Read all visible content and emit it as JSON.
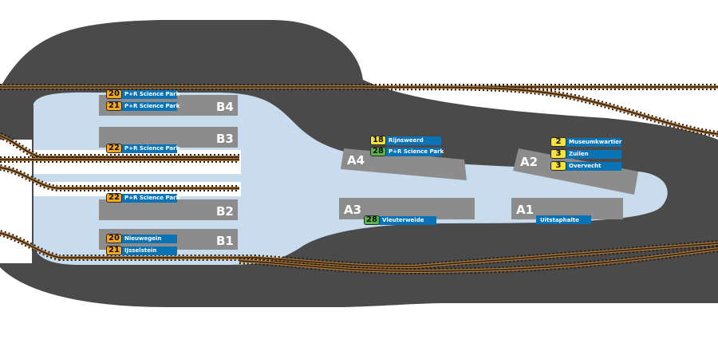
{
  "colors": {
    "road": "#4a4a4a",
    "station_area": "#c8dcee",
    "platform": "#8c8c8c",
    "rail": "#b07a3a",
    "sleeper": "#2b1d10",
    "route_orange": "#f5a623",
    "route_yellow": "#f7e23b",
    "route_green": "#58b548",
    "destination": "#0a73b5"
  },
  "platforms": {
    "b4": "B4",
    "b3": "B3",
    "b2": "B2",
    "b1": "B1",
    "a4": "A4",
    "a3": "A3",
    "a2": "A2",
    "a1": "A1"
  },
  "routes": {
    "b4_1": {
      "number": "20",
      "destination": "P+R Science Park",
      "color": "#f5a623"
    },
    "b4_2": {
      "number": "21",
      "destination": "P+R Science Park",
      "color": "#f5a623"
    },
    "b3_1": {
      "number": "22",
      "destination": "P+R Science Park",
      "color": "#f5a623"
    },
    "b2_1": {
      "number": "22",
      "destination": "P+R Science Park",
      "color": "#f5a623"
    },
    "b1_1": {
      "number": "20",
      "destination": "Nieuwegein",
      "color": "#f5a623"
    },
    "b1_2": {
      "number": "21",
      "destination": "IJsselstein",
      "color": "#f5a623"
    },
    "a4_1": {
      "number": "18",
      "destination": "Rijnsweerd",
      "color": "#f7e23b"
    },
    "a4_2": {
      "number": "28",
      "destination": "P+R Science Park",
      "color": "#58b548"
    },
    "a3_1": {
      "number": "28",
      "destination": "Vleuterweide",
      "color": "#58b548"
    },
    "a2_1": {
      "number": "2",
      "destination": "Museumkwartier",
      "color": "#f7e23b"
    },
    "a2_2": {
      "number": "3",
      "destination": "Zuilen",
      "color": "#f7e23b"
    },
    "a2_3": {
      "number": "3",
      "destination": "Overvecht",
      "color": "#f7e23b"
    },
    "a1_1": {
      "destination": "Uitstaphalte"
    }
  }
}
